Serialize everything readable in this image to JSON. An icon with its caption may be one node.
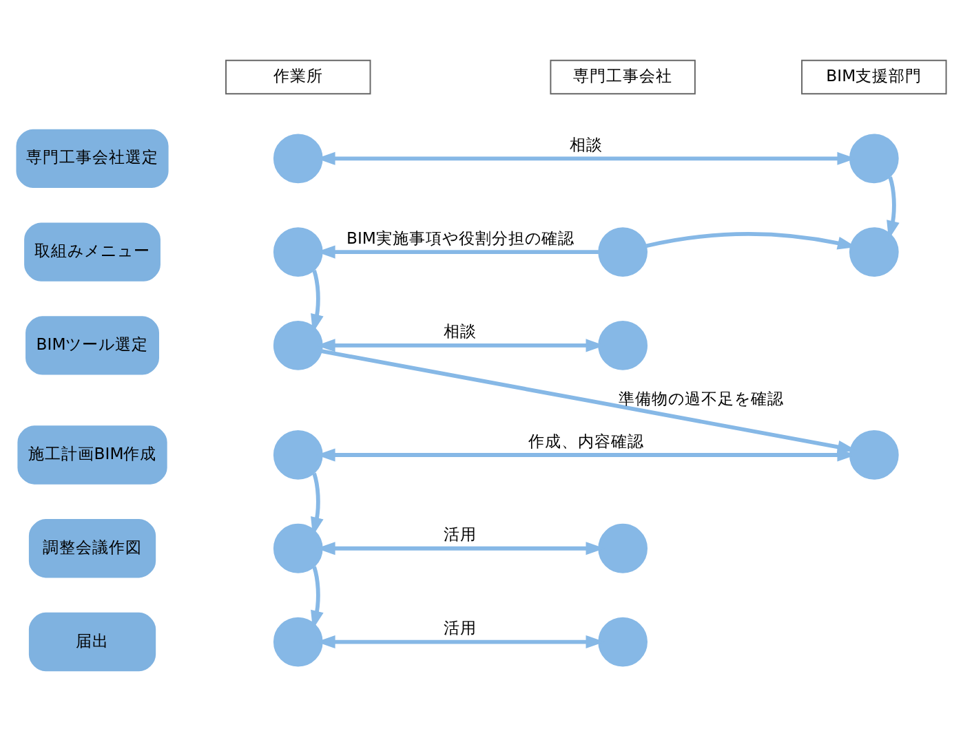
{
  "diagram": {
    "nodes": [
      {
        "text": [
          "作業所"
        ]
      },
      {
        "text": [
          "専門工事会社"
        ]
      },
      {
        "text": [
          "BIM支援部門"
        ]
      },
      {
        "text": [
          "専門工事会社選定"
        ]
      },
      {
        "text": [
          "取組みメニュー"
        ]
      },
      {
        "text": [
          "BIMツール選定"
        ]
      },
      {
        "text": [
          "施工計画BIM作成"
        ]
      },
      {
        "text": [
          "調整会議作図"
        ]
      },
      {
        "text": [
          "届出"
        ]
      },
      {
        "text": [],
        "shape": "circle"
      },
      {
        "text": [],
        "shape": "circle"
      },
      {
        "text": [],
        "shape": "circle"
      },
      {
        "text": [],
        "shape": "circle"
      },
      {
        "text": [],
        "shape": "circle"
      },
      {
        "text": [],
        "shape": "circle"
      },
      {
        "text": [],
        "shape": "circle"
      },
      {
        "text": [],
        "shape": "circle"
      },
      {
        "text": [],
        "shape": "circle"
      },
      {
        "text": [],
        "shape": "circle"
      },
      {
        "text": [],
        "shape": "circle"
      },
      {
        "text": [],
        "shape": "circle"
      },
      {
        "text": [],
        "shape": "circle"
      }
    ],
    "edges": [
      {
        "from": 9,
        "to": 10,
        "arrow": "both",
        "label": "相談"
      },
      {
        "from": 10,
        "to": 13,
        "arrow": "to"
      },
      {
        "from": 12,
        "to": 11,
        "arrow": "to",
        "label": "BIM実施事項や役割分担の確認"
      },
      {
        "from": 12,
        "to": 13,
        "arrow": "to"
      },
      {
        "from": 11,
        "to": 14,
        "arrow": "to"
      },
      {
        "from": 14,
        "to": 15,
        "arrow": "both",
        "label": "相談"
      },
      {
        "from": 14,
        "to": 17,
        "arrow": "to",
        "label": "準備物の過不足を確認"
      },
      {
        "from": 16,
        "to": 17,
        "arrow": "both",
        "label": "作成、内容確認"
      },
      {
        "from": 16,
        "to": 18,
        "arrow": "to"
      },
      {
        "from": 18,
        "to": 19,
        "arrow": "both",
        "label": "活用"
      },
      {
        "from": 18,
        "to": 20,
        "arrow": "to"
      },
      {
        "from": 20,
        "to": 21,
        "arrow": "both",
        "label": "活用"
      }
    ]
  }
}
